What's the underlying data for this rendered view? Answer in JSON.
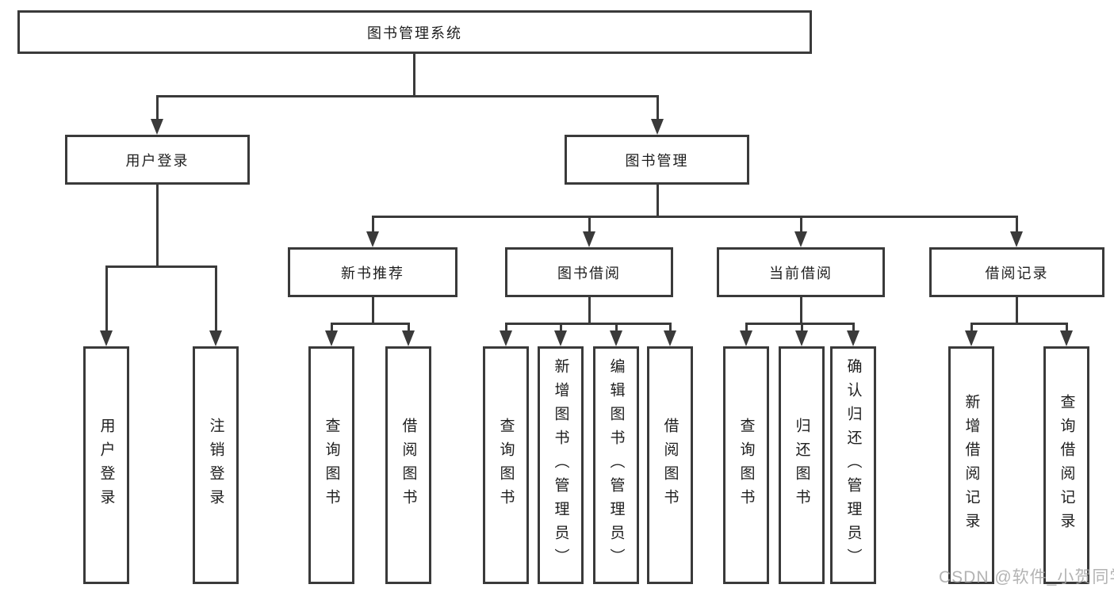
{
  "root": {
    "label": "图书管理系统"
  },
  "branches": {
    "user_login": {
      "label": "用户登录",
      "leaves": [
        "用户登录",
        "注销登录"
      ]
    },
    "book_mgmt": {
      "label": "图书管理",
      "sections": [
        {
          "label": "新书推荐",
          "leaves": [
            "查询图书",
            "借阅图书"
          ]
        },
        {
          "label": "图书借阅",
          "leaves": [
            "查询图书",
            "新增图书（管理员）",
            "编辑图书（管理员）",
            "借阅图书"
          ]
        },
        {
          "label": "当前借阅",
          "leaves": [
            "查询图书",
            "归还图书",
            "确认归还（管理员）"
          ]
        },
        {
          "label": "借阅记录",
          "leaves": [
            "新增借阅记录",
            "查询借阅记录"
          ]
        }
      ]
    }
  },
  "watermark": "CSDN @软件_小贺同学",
  "colors": {
    "line": "#3a3a3a",
    "text": "#1e1e1e",
    "watermark": "#a6a6a6",
    "background": "#ffffff"
  }
}
